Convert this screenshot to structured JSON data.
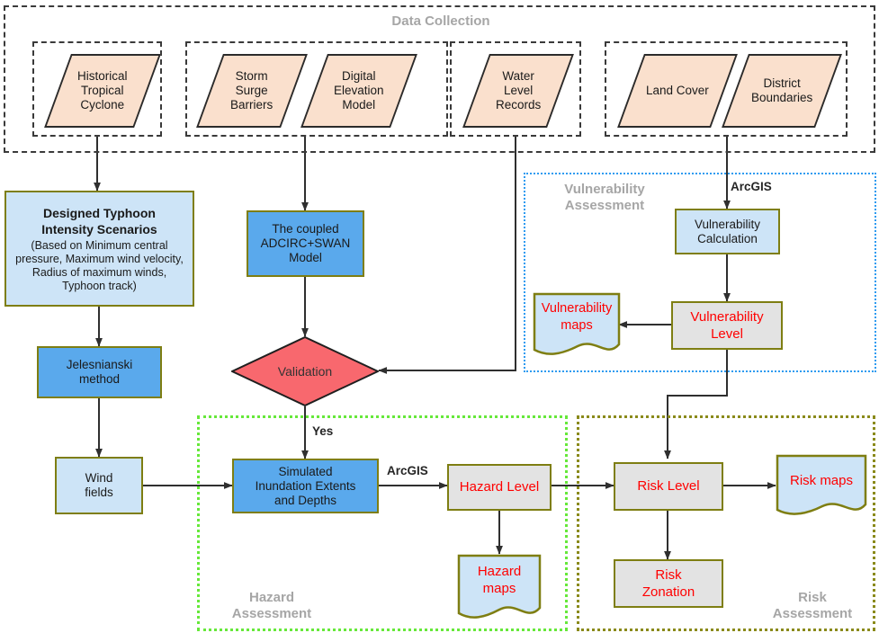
{
  "diagram": {
    "title": "Typhoon Storm Surge Risk Assessment Framework",
    "colors": {
      "data_fill": "#fae0cd",
      "process_blue": "#5aa9ec",
      "light_blue": "#cde4f7",
      "grey": "#e3e3e3",
      "decision_red": "#f8686e",
      "node_border": "#7e7e12",
      "red_text": "#ff0000",
      "group_title": "#a6a6a6",
      "vulnerability_group_border": "#2e9bf0",
      "hazard_group_border": "#66e83a",
      "risk_group_border": "#8a8a1a"
    },
    "groups": [
      {
        "id": "data-collection",
        "title": "Data Collection"
      },
      {
        "id": "vulnerability-assessment",
        "title": "Vulnerability\nAssessment"
      },
      {
        "id": "hazard-assessment",
        "title": "Hazard\nAssessment"
      },
      {
        "id": "risk-assessment",
        "title": "Risk\nAssessment"
      }
    ],
    "data_nodes": [
      {
        "id": "historical-tropical-cyclone",
        "label": "Historical\nTropical\nCyclone"
      },
      {
        "id": "storm-surge-barriers",
        "label": "Storm\nSurge\nBarriers"
      },
      {
        "id": "digital-elevation-model",
        "label": "Digital\nElevation\nModel"
      },
      {
        "id": "water-level-records",
        "label": "Water\nLevel\nRecords"
      },
      {
        "id": "land-cover",
        "label": "Land Cover"
      },
      {
        "id": "district-boundaries",
        "label": "District\nBoundaries"
      }
    ],
    "process_nodes": [
      {
        "id": "designed-typhoon-intensity-scenarios",
        "title": "Designed Typhoon\nIntensity Scenarios",
        "detail": "(Based on Minimum central pressure, Maximum wind velocity, Radius of maximum winds, Typhoon track)"
      },
      {
        "id": "jelesnianski-method",
        "label": "Jelesnianski\nmethod"
      },
      {
        "id": "wind-fields",
        "label": "Wind\nfields"
      },
      {
        "id": "coupled-adcirc-swan-model",
        "label": "The coupled\nADCIRC+SWAN\nModel"
      },
      {
        "id": "validation",
        "label": "Validation"
      },
      {
        "id": "simulated-inundation-extents-and-depths",
        "label": "Simulated\nInundation Extents\nand Depths"
      },
      {
        "id": "hazard-level",
        "label": "Hazard Level"
      },
      {
        "id": "hazard-maps",
        "label": "Hazard\nmaps"
      },
      {
        "id": "vulnerability-calculation",
        "label": "Vulnerability\nCalculation"
      },
      {
        "id": "vulnerability-level",
        "label": "Vulnerability\nLevel"
      },
      {
        "id": "vulnerability-maps",
        "label": "Vulnerability\nmaps"
      },
      {
        "id": "risk-level",
        "label": "Risk Level"
      },
      {
        "id": "risk-zonation",
        "label": "Risk\nZonation"
      },
      {
        "id": "risk-maps",
        "label": "Risk maps"
      }
    ],
    "edge_labels": [
      {
        "id": "arcgis-vulnerability",
        "text": "ArcGIS"
      },
      {
        "id": "validation-yes",
        "text": "Yes"
      },
      {
        "id": "arcgis-hazard",
        "text": "ArcGIS"
      }
    ],
    "node_text": {
      "historical_tropical_cyclone": "Historical\nTropical\nCyclone",
      "storm_surge_barriers": "Storm\nSurge\nBarriers",
      "digital_elevation_model": "Digital\nElevation\nModel",
      "water_level_records": "Water\nLevel\nRecords",
      "land_cover": "Land Cover",
      "district_boundaries": "District\nBoundaries",
      "designed_typhoon_title": "Designed Typhoon\nIntensity Scenarios",
      "designed_typhoon_detail": "(Based on Minimum central pressure, Maximum wind velocity, Radius of maximum winds, Typhoon track)",
      "jelesnianski_method": "Jelesnianski\nmethod",
      "wind_fields": "Wind\nfields",
      "coupled_model": "The coupled\nADCIRC+SWAN\nModel",
      "validation": "Validation",
      "simulated_inundation": "Simulated\nInundation Extents\nand Depths",
      "hazard_level": "Hazard Level",
      "hazard_maps": "Hazard\nmaps",
      "vulnerability_calculation": "Vulnerability\nCalculation",
      "vulnerability_level": "Vulnerability\nLevel",
      "vulnerability_maps": "Vulnerability\nmaps",
      "risk_level": "Risk Level",
      "risk_zonation": "Risk\nZonation",
      "risk_maps": "Risk maps"
    },
    "group_text": {
      "data_collection": "Data Collection",
      "vulnerability_assessment": "Vulnerability\nAssessment",
      "hazard_assessment": "Hazard\nAssessment",
      "risk_assessment": "Risk\nAssessment"
    },
    "labels": {
      "arcgis_top": "ArcGIS",
      "yes": "Yes",
      "arcgis_hazard": "ArcGIS"
    }
  }
}
